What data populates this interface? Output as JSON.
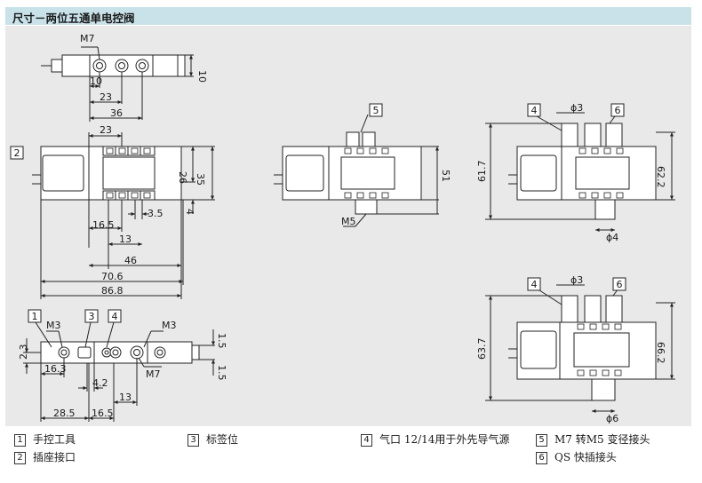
{
  "title": "尺寸－两位五通单电控阀",
  "dims": {
    "top_view": [
      "M7",
      "10",
      "10",
      "23",
      "36"
    ],
    "front_view": [
      "23",
      "26",
      "35",
      "4",
      "3.5",
      "16.5",
      "13",
      "46",
      "70.6",
      "86.8"
    ],
    "middle_view": [
      "51",
      "M5"
    ],
    "right_top": [
      "ϕ3",
      "61.7",
      "62.2",
      "ϕ4"
    ],
    "right_bottom": [
      "ϕ3",
      "63.7",
      "66.2",
      "ϕ6"
    ],
    "bottom_view": [
      "M3",
      "M3",
      "1.5",
      "2.3",
      "16.3",
      "M7",
      "1.5",
      "4.2",
      "13",
      "28.5",
      "16.5"
    ]
  },
  "callouts": [
    "1",
    "2",
    "3",
    "4",
    "5",
    "6"
  ],
  "legend": [
    {
      "num": "1",
      "text": "手控工具"
    },
    {
      "num": "2",
      "text": "插座接口"
    },
    {
      "num": "3",
      "text": "标签位"
    },
    {
      "num": "4",
      "text": "气口 12/14用于外先导气源"
    },
    {
      "num": "5",
      "text": "M7 转M5 变径接头"
    },
    {
      "num": "6",
      "text": "QS 快插接头"
    }
  ]
}
